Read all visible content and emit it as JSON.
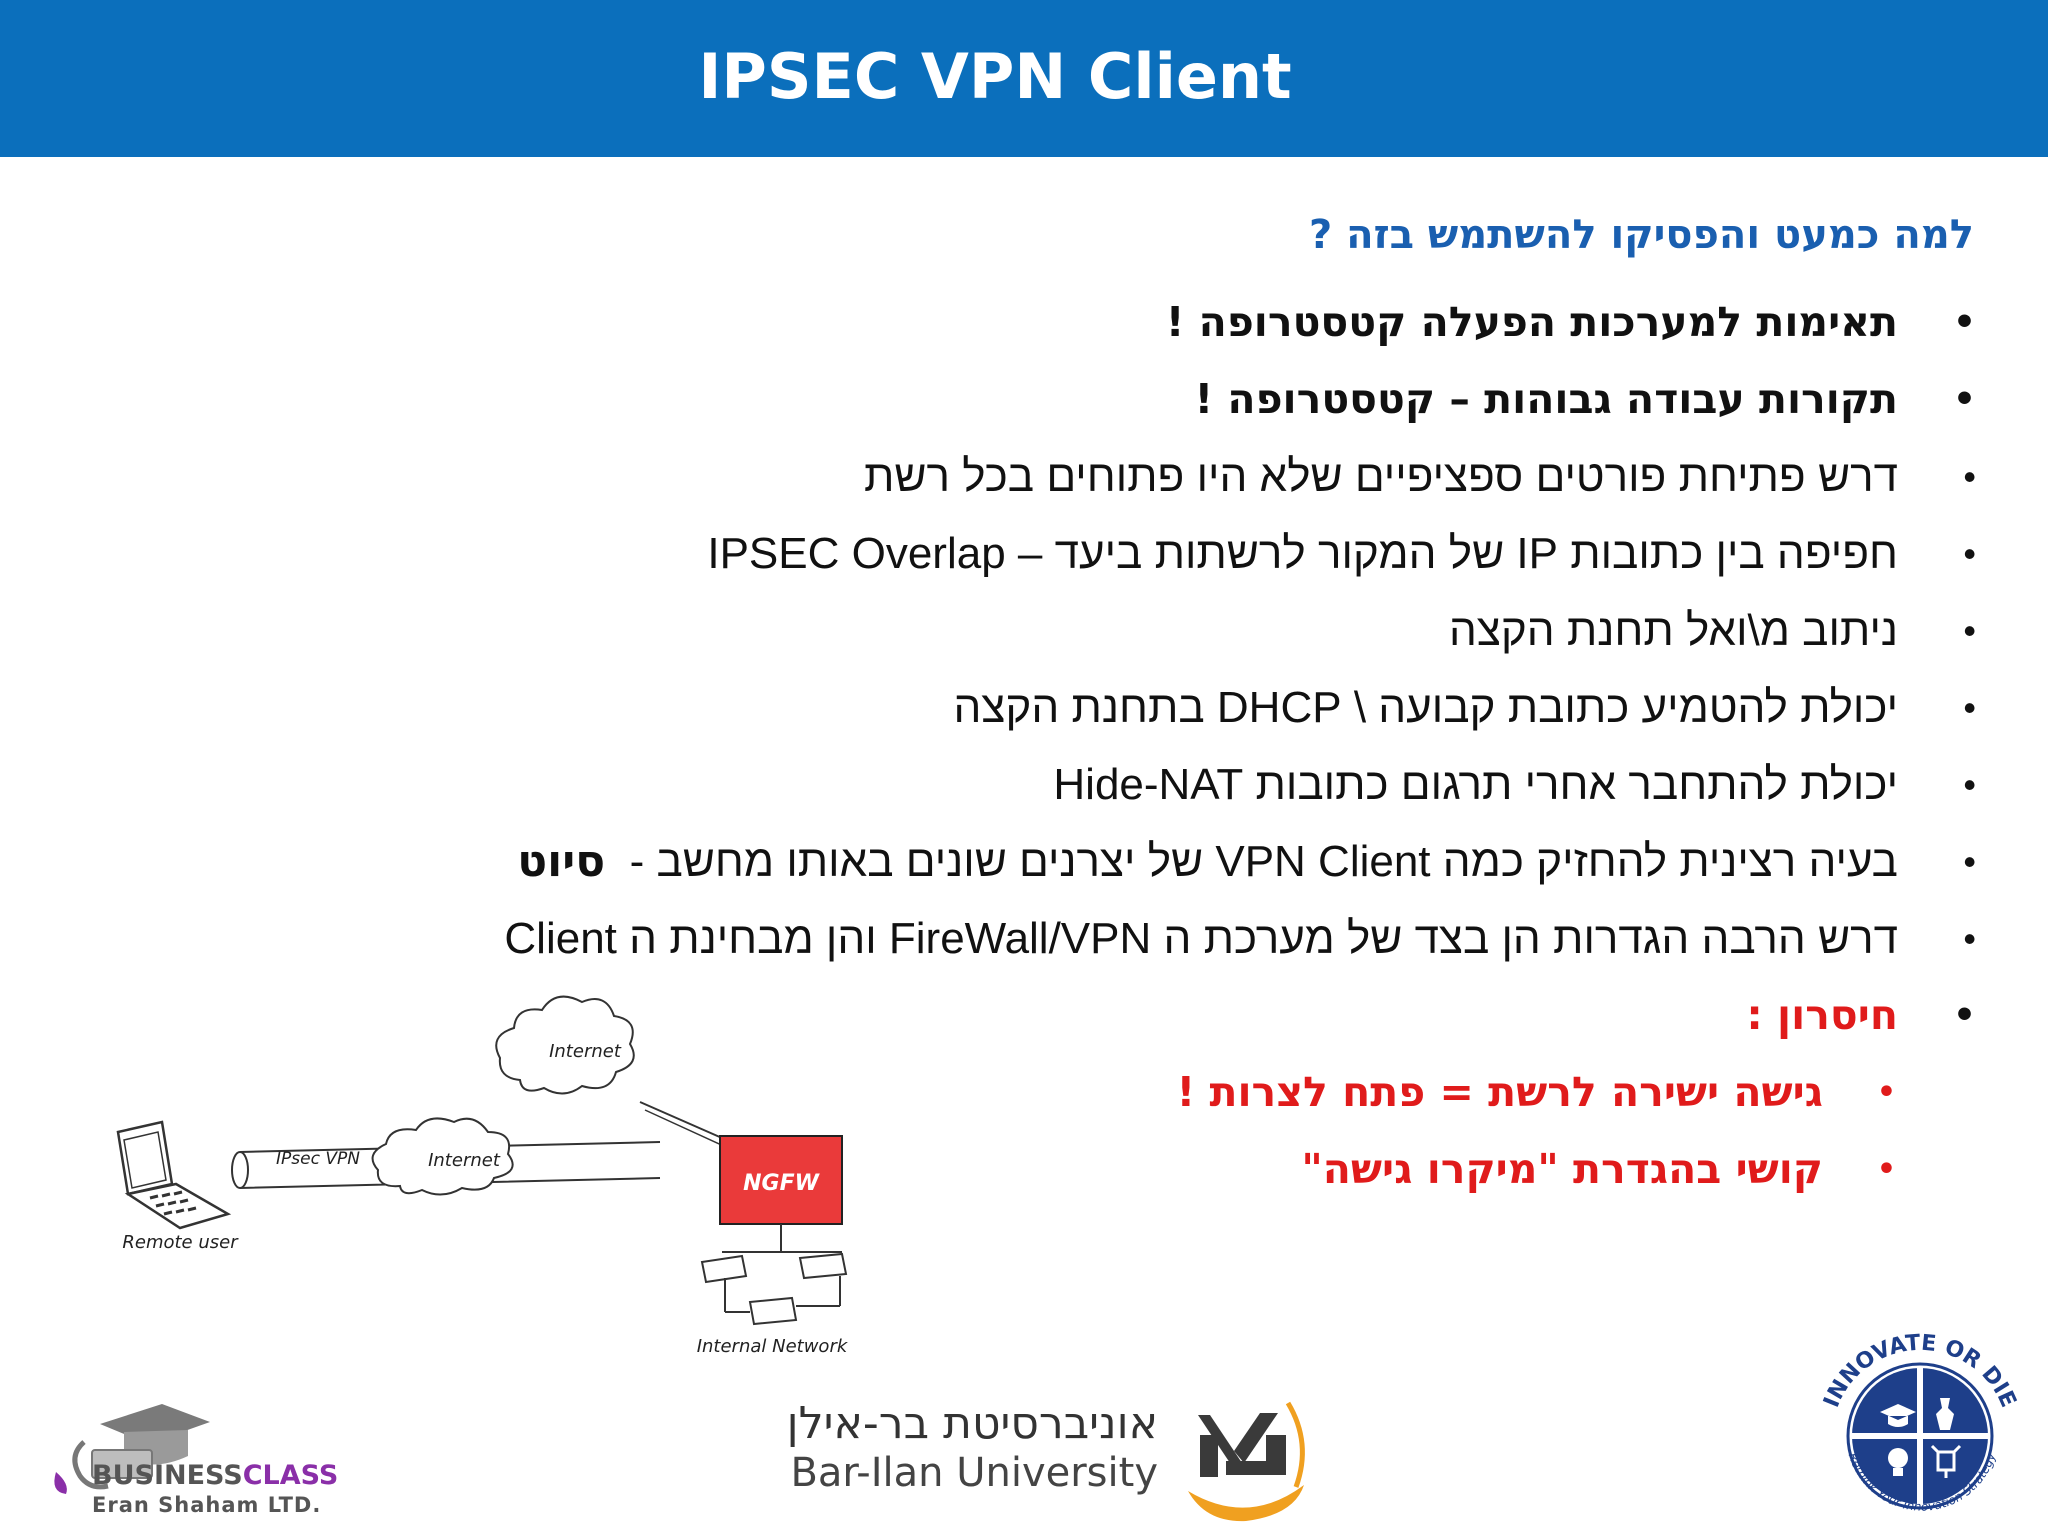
{
  "title": "IPSEC VPN Client",
  "question": "למה כמעט והפסיקו להשתמש בזה ?",
  "bullets": [
    "תאימות למערכות הפעלה  קטסטרופה !",
    "תקורות עבודה גבוהות – קטסטרופה !",
    "דרש פתיחת פורטים ספציפיים שלא היו פתוחים בכל רשת",
    "חפיפה בין כתובות IP של המקור לרשתות ביעד – IPSEC Overlap",
    "ניתוב מ\\ואל תחנת הקצה",
    "יכולת להטמיע כתובת קבועה \\ DHCP בתחנת הקצה",
    "יכולת להתחבר אחרי תרגום כתובות Hide-NAT",
    "בעיה רצינית להחזיק כמה VPN Client של יצרנים שונים באותו מחשב -",
    "דרש הרבה הגדרות הן בצד של מערכת ה FireWall/VPN  והן מבחינת ה Client"
  ],
  "siyut": "סיוט",
  "disadvantage_label": "חיסרון :",
  "sub_bullets": [
    "גישה ישירה לרשת = פתח לצרות !",
    "קושי בהגדרת \"מיקרו גישה\""
  ],
  "diagram": {
    "cloud_top": "Internet",
    "cloud_middle": "Internet",
    "tunnel": "IPsec VPN",
    "firewall": "NGFW",
    "remote_user": "Remote user",
    "internal_network": "Internal Network",
    "firewall_color": "#ea3a3a"
  },
  "logos": {
    "businessclass_part1": "BUSINESS",
    "businessclass_part2": "CLASS",
    "businessclass_sub": "Eran Shaham LTD.",
    "university_he": "אוניברסיטת בר-אילן",
    "university_en": "Bar-Ilan University",
    "innovate_top": "INNOVATE OR DIE",
    "innovate_bottom": "Rethink Your Innovation Strategy"
  },
  "colors": {
    "header_blue": "#0b6fbc",
    "question_blue": "#1a5fb0",
    "red": "#e01b1b"
  }
}
